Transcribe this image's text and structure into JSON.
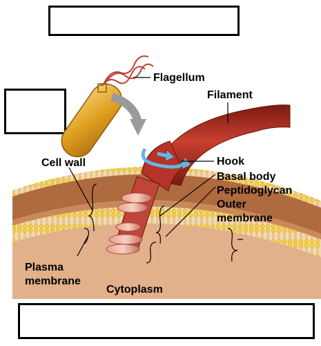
{
  "labels": {
    "flagellum": "Flagellum",
    "filament": "Filament",
    "cell_wall": "Cell wall",
    "hook": "Hook",
    "basal_body": "Basal body",
    "peptidoglycan": "Peptidoglycan",
    "outer_membrane_1": "Outer",
    "outer_membrane_2": "membrane",
    "plasma_membrane_1": "Plasma",
    "plasma_membrane_2": "membrane",
    "cytoplasm": "Cytoplasm"
  },
  "colors": {
    "bacterium_body": "#e0a020",
    "flagellum": "#c04030",
    "membrane_head": "#f2d040",
    "cell_wall_band": "#b06a40",
    "cytoplasm_band": "#d49a70",
    "arrow": "#9a9a9a",
    "rotation_arrow": "#60b8e8"
  }
}
